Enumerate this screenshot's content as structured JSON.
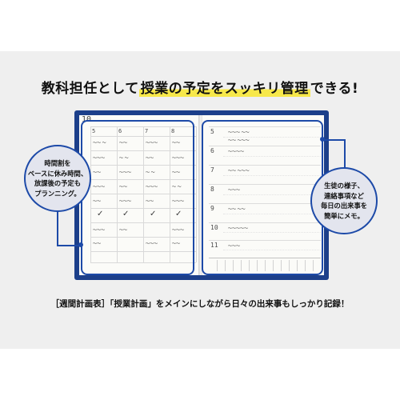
{
  "headline": {
    "before": "教科担任として",
    "highlight": "授業の予定をスッキリ管理",
    "after": "できる!"
  },
  "callouts": {
    "left": "時間割を\nベースに休み時間、\n放課後の予定も\nプランニング。",
    "right": "生徒の様子、\n連絡事項など\n毎日の出来事を\n簡単にメモ。"
  },
  "planner": {
    "month": "10",
    "left_days": [
      "5",
      "6",
      "7",
      "8"
    ],
    "right_days": [
      "5",
      "6",
      "7",
      "8",
      "9",
      "10",
      "11"
    ]
  },
  "caption": "［週間計画表］「授業計画」をメインにしながら日々の出来事もしっかり記録！",
  "colors": {
    "accent": "#1d4aa8",
    "cover": "#1c3f8a",
    "highlight": "#f7e84a"
  }
}
